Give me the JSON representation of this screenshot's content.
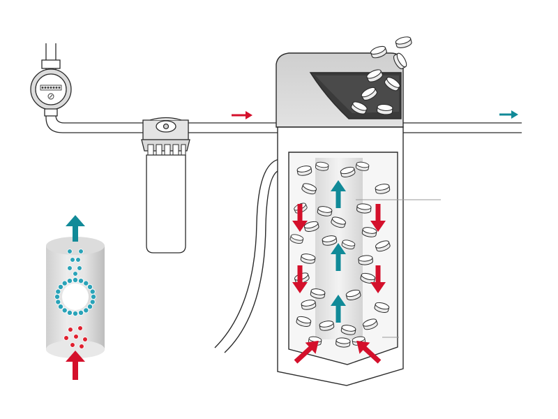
{
  "diagram": {
    "components": [
      {
        "id": "water-meter",
        "icon": "meter-icon"
      },
      {
        "id": "pre-filter",
        "icon": "filter-housing-icon"
      },
      {
        "id": "softener",
        "icon": "softener-tank-icon"
      },
      {
        "id": "resin-column",
        "icon": "ion-exchange-cylinder-icon"
      }
    ],
    "flow": {
      "inlet_direction": "right",
      "outlet_direction": "right"
    },
    "colors": {
      "hard_water": "#d4102b",
      "soft_water": "#118a98",
      "ion_dots_blue": "#2aa3b8",
      "ion_dots_red": "#e0202f",
      "line": "#2a2a2a",
      "tank_gray": "#d7d7d7",
      "resin_gray": "#e9e9e9"
    }
  }
}
